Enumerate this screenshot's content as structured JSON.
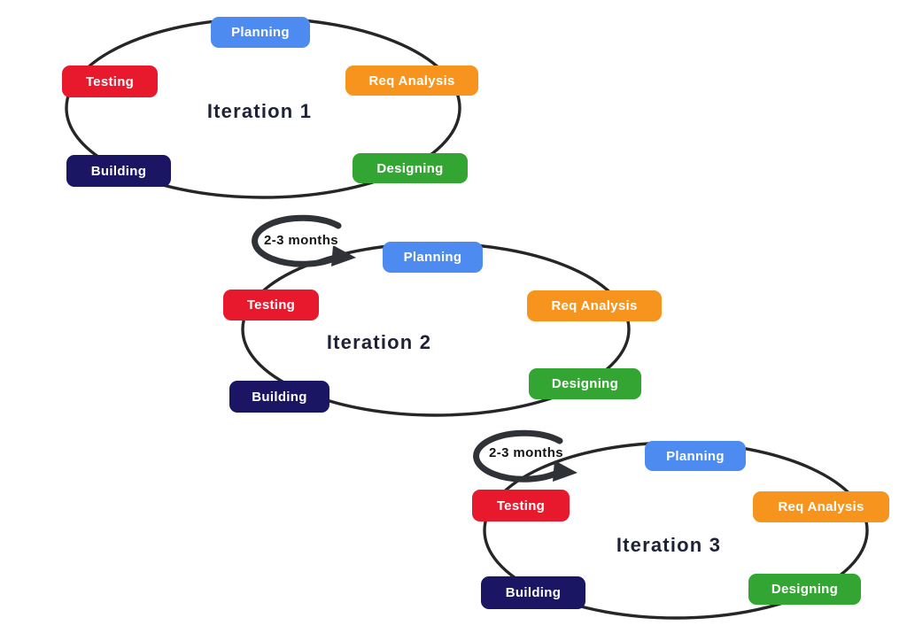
{
  "diagram": {
    "background": "#ffffff",
    "cycle_stroke_color": "#262626",
    "arrow_color": "#2f3337",
    "title_color": "#1e2235",
    "stage_text_color": "#ffffff"
  },
  "stage_colors": {
    "planning": "#4d8bf0",
    "testing": "#e8192c",
    "req_analysis": "#f7941d",
    "designing": "#33a532",
    "building": "#1b1663"
  },
  "iterations": [
    {
      "title": "Iteration 1",
      "stages": {
        "planning": "Planning",
        "testing": "Testing",
        "req_analysis": "Req Analysis",
        "designing": "Designing",
        "building": "Building"
      }
    },
    {
      "title": "Iteration 2",
      "stages": {
        "planning": "Planning",
        "testing": "Testing",
        "req_analysis": "Req Analysis",
        "designing": "Designing",
        "building": "Building"
      }
    },
    {
      "title": "Iteration 3",
      "stages": {
        "planning": "Planning",
        "testing": "Testing",
        "req_analysis": "Req Analysis",
        "designing": "Designing",
        "building": "Building"
      }
    }
  ],
  "connectors": [
    {
      "label": "2-3 months"
    },
    {
      "label": "2-3 months"
    }
  ]
}
